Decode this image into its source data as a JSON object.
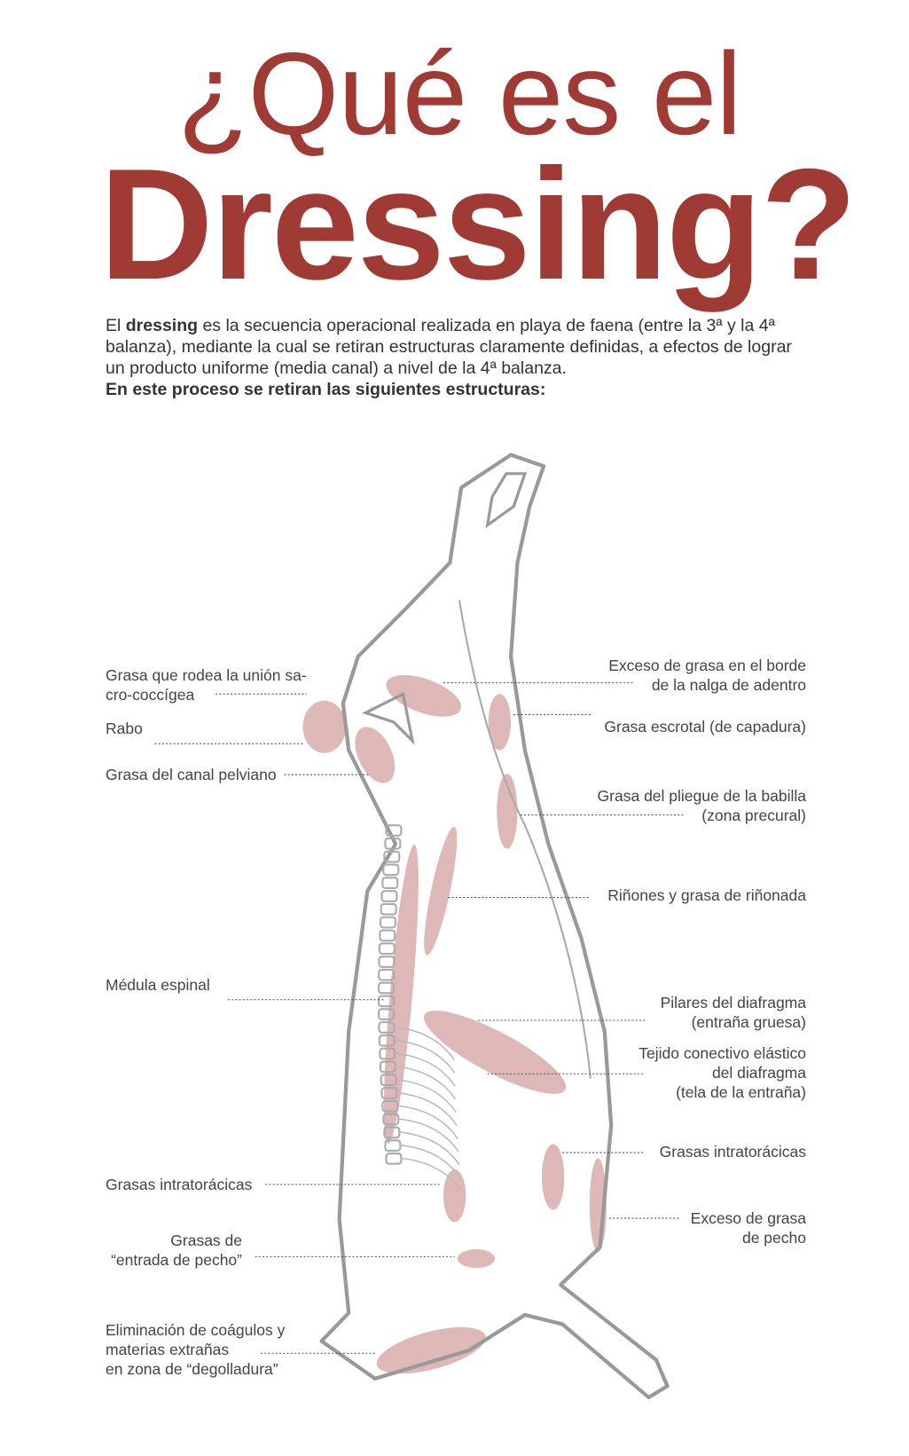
{
  "title": {
    "line1": "¿Qué es el",
    "line2": "Dressing?"
  },
  "intro": {
    "prefix": "El ",
    "bold_word": "dressing",
    "text": "  es la secuencia operacional realizada en playa de faena (entre la 3ª y la 4ª balanza), mediante la cual se retiran estructuras claramente definidas, a efectos de lograr un producto uniforme (media canal) a nivel de la 4ª balanza.",
    "subheading": "En este proceso se retiran las siguientes estructuras:"
  },
  "labels_left": [
    {
      "lines": [
        "Grasa que rodea la unión sa-",
        "cro-coccígea"
      ]
    },
    {
      "lines": [
        "Rabo"
      ]
    },
    {
      "lines": [
        "Grasa del canal pelviano"
      ]
    },
    {
      "lines": [
        "Médula espinal"
      ]
    },
    {
      "lines": [
        "Grasas intratorácicas"
      ]
    },
    {
      "lines": [
        "Grasas de",
        "“entrada de pecho”"
      ]
    },
    {
      "lines": [
        "Eliminación de coágulos y",
        "materias extrañas",
        "en zona de “degolladura”"
      ]
    }
  ],
  "labels_right": [
    {
      "lines": [
        "Exceso de grasa en el borde",
        "de la nalga de adentro"
      ]
    },
    {
      "lines": [
        "Grasa escrotal (de capadura)"
      ]
    },
    {
      "lines": [
        "Grasa del pliegue de la babilla",
        "(zona precural)"
      ]
    },
    {
      "lines": [
        "Riñones y grasa de riñonada"
      ]
    },
    {
      "lines": [
        "Pilares del diafragma",
        "(entraña gruesa)"
      ]
    },
    {
      "lines": [
        "Tejido conectivo elástico",
        "del diafragma",
        "(tela de la entraña)"
      ]
    },
    {
      "lines": [
        "Grasas intratorácicas"
      ]
    },
    {
      "lines": [
        "Exceso de grasa",
        "de pecho"
      ]
    }
  ],
  "colors": {
    "title": "#a03a34",
    "highlight": "#c98a88",
    "outline": "#999999"
  }
}
